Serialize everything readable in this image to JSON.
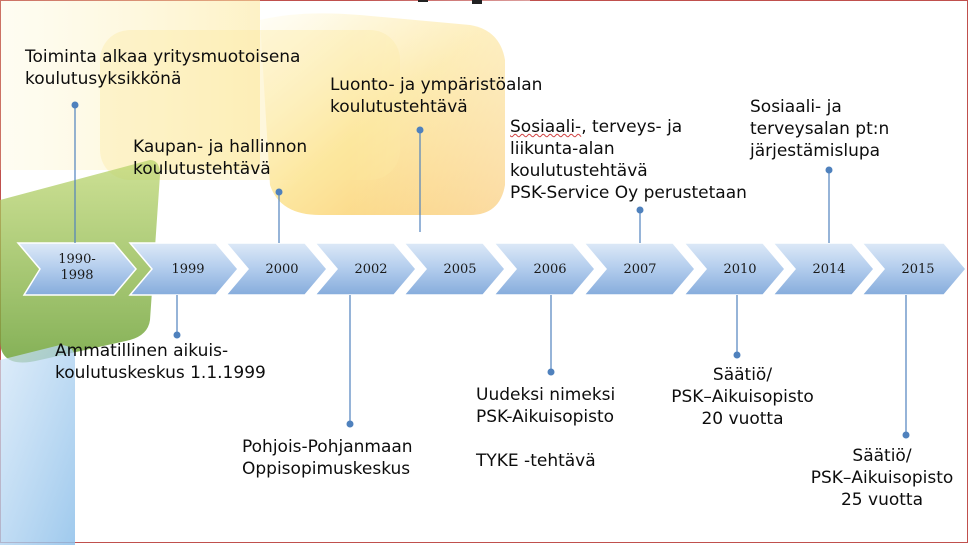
{
  "milestones": [
    {
      "label": "1990-\n1998",
      "l1": "1990-",
      "l2": "1998"
    },
    {
      "label": "1999"
    },
    {
      "label": "2000"
    },
    {
      "label": "2002"
    },
    {
      "label": "2005"
    },
    {
      "label": "2006"
    },
    {
      "label": "2007"
    },
    {
      "label": "2010"
    },
    {
      "label": "2014"
    },
    {
      "label": "2015"
    }
  ],
  "events_above": [
    {
      "lines": [
        "Toiminta alkaa yritysmuotoisena",
        "koulutusyksikkönä"
      ]
    },
    {
      "lines": [
        "Kaupan- ja hallinnon",
        "koulutustehtävä"
      ]
    },
    {
      "lines": [
        "Luonto- ja ympäristöalan",
        "koulutustehtävä"
      ]
    },
    {
      "lines": [
        "Sosiaali-, terveys- ja",
        "liikunta-alan",
        "koulutustehtävä",
        "PSK-Service Oy perustetaan"
      ]
    },
    {
      "lines": [
        "Sosiaali- ja",
        "terveysalan pt:n",
        "järjestämislupa"
      ]
    }
  ],
  "events_below": [
    {
      "lines": [
        "Ammatillinen aikuis-",
        "koulutuskeskus 1.1.1999"
      ]
    },
    {
      "lines": [
        "Pohjois-Pohjanmaan",
        "Oppisopimuskeskus"
      ]
    },
    {
      "lines": [
        "Uudeksi nimeksi",
        "PSK-Aikuisopisto",
        "",
        "TYKE -tehtävä"
      ]
    },
    {
      "lines": [
        "Säätiö/",
        "PSK–Aikuisopisto",
        "20 vuotta"
      ]
    },
    {
      "lines": [
        "Säätiö/",
        "PSK–Aikuisopisto",
        "25 vuotta"
      ]
    }
  ],
  "colors": {
    "chevron_light": "#cfe0f3",
    "chevron_dark": "#7fa8d8",
    "connector": "#4f81bd",
    "frame": "#c0504d"
  }
}
